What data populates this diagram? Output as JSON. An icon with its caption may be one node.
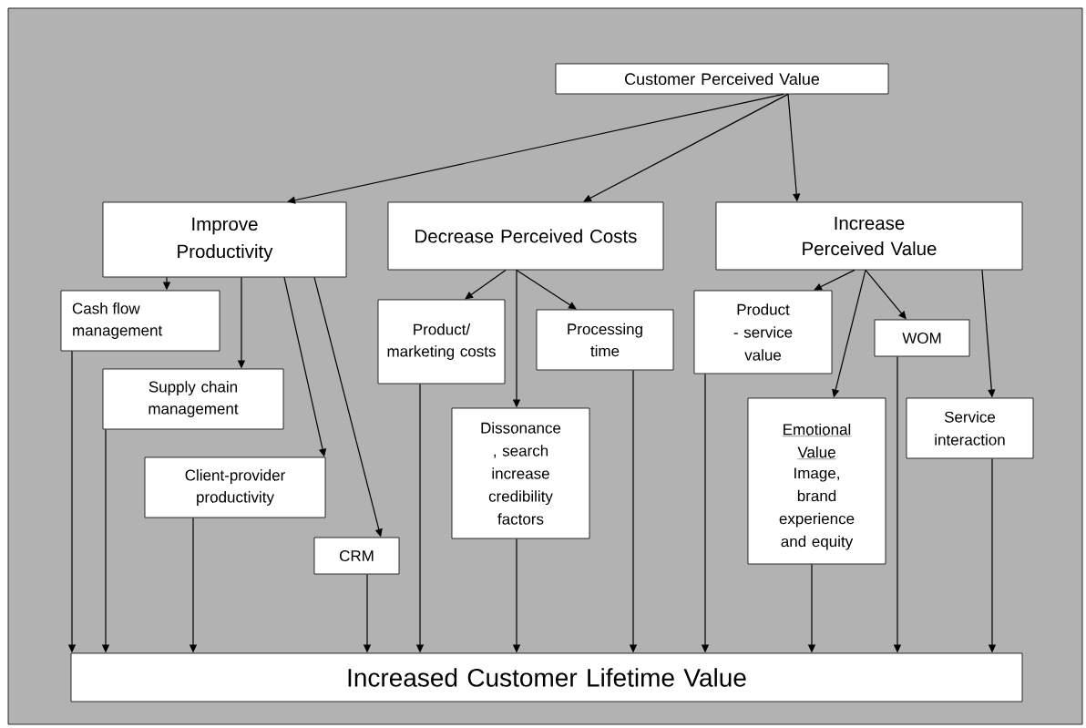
{
  "diagram": {
    "nodes": [
      {
        "text": [
          "Customer Perceived Value"
        ]
      },
      {
        "text": [
          "Improve Productivity"
        ]
      },
      {
        "text": [
          "Decrease Perceived Costs"
        ]
      },
      {
        "text": [
          "Increase Perceived Value"
        ]
      },
      {
        "text": [
          "Cash flow management"
        ]
      },
      {
        "text": [
          "Supply chain management"
        ]
      },
      {
        "text": [
          "Client-provider productivity"
        ]
      },
      {
        "text": [
          "CRM"
        ]
      },
      {
        "text": [
          "Product/ marketing costs"
        ]
      },
      {
        "text": [
          "Dissonance , search increase credibility factors"
        ]
      },
      {
        "text": [
          "Processing time"
        ]
      },
      {
        "text": [
          "Product - service value"
        ]
      },
      {
        "text": [
          "WOM"
        ]
      },
      {
        "text": [
          "Emotional Value",
          "Image, brand experience and equity"
        ]
      },
      {
        "text": [
          "Service interaction"
        ]
      },
      {
        "text": [
          "Increased Customer Lifetime Value"
        ]
      }
    ],
    "edges": [
      {
        "from": 0,
        "to": 1,
        "arrow": "to"
      },
      {
        "from": 0,
        "to": 2,
        "arrow": "to"
      },
      {
        "from": 0,
        "to": 3,
        "arrow": "to"
      },
      {
        "from": 1,
        "to": 4,
        "arrow": "to"
      },
      {
        "from": 1,
        "to": 5,
        "arrow": "to"
      },
      {
        "from": 1,
        "to": 6,
        "arrow": "to"
      },
      {
        "from": 1,
        "to": 7,
        "arrow": "to"
      },
      {
        "from": 2,
        "to": 8,
        "arrow": "to"
      },
      {
        "from": 2,
        "to": 9,
        "arrow": "to"
      },
      {
        "from": 2,
        "to": 10,
        "arrow": "to"
      },
      {
        "from": 3,
        "to": 11,
        "arrow": "to"
      },
      {
        "from": 3,
        "to": 13,
        "arrow": "to"
      },
      {
        "from": 3,
        "to": 12,
        "arrow": "to"
      },
      {
        "from": 3,
        "to": 14,
        "arrow": "to"
      },
      {
        "from": 4,
        "to": 15,
        "arrow": "to"
      },
      {
        "from": 5,
        "to": 15,
        "arrow": "to"
      },
      {
        "from": 6,
        "to": 15,
        "arrow": "to"
      },
      {
        "from": 7,
        "to": 15,
        "arrow": "to"
      },
      {
        "from": 8,
        "to": 15,
        "arrow": "to"
      },
      {
        "from": 9,
        "to": 15,
        "arrow": "to"
      },
      {
        "from": 10,
        "to": 15,
        "arrow": "to"
      },
      {
        "from": 11,
        "to": 15,
        "arrow": "to"
      },
      {
        "from": 13,
        "to": 15,
        "arrow": "to"
      },
      {
        "from": 12,
        "to": 15,
        "arrow": "to"
      },
      {
        "from": 14,
        "to": 15,
        "arrow": "to"
      }
    ]
  }
}
